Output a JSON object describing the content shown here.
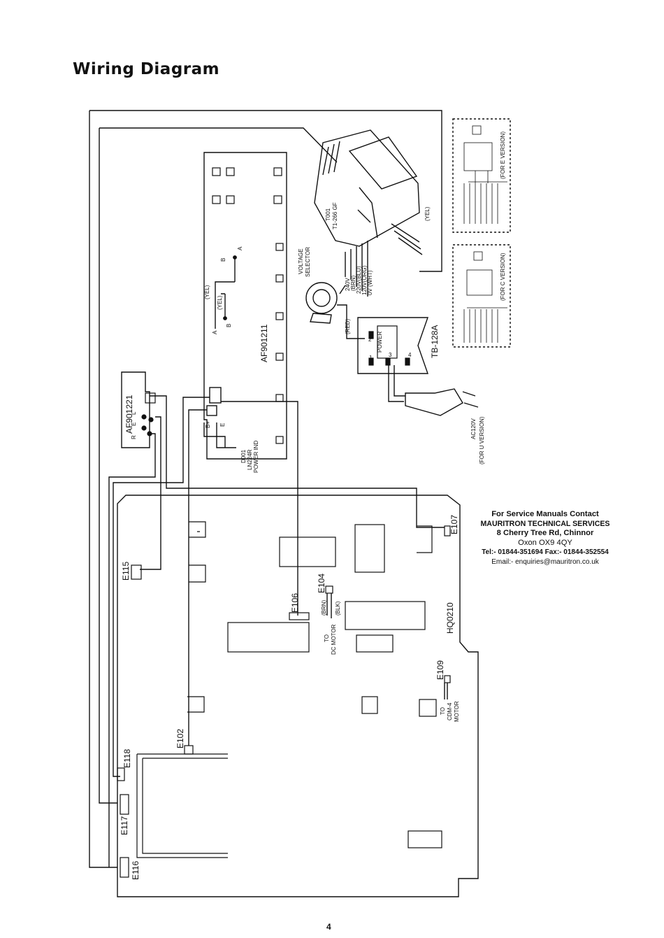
{
  "title": "Wiring Diagram",
  "page_number": "4",
  "contact": {
    "line1": "For Service Manuals Contact",
    "line2": "MAURITRON TECHNICAL SERVICES",
    "line3": "8 Cherry Tree Rd, Chinnor",
    "line4": "Oxon OX9 4QY",
    "line5": "Tel:- 01844-351694 Fax:- 01844-352554",
    "line6": "Email:- enquiries@mauritron.co.uk"
  },
  "labels": {
    "af901211": "AF901211",
    "af901221": "AF901221",
    "hq0210": "HQ0210",
    "tb128a": "TB-128A",
    "t001": "T001",
    "t1266gf": "T1-266 GF",
    "voltage_selector_1": "VOLTAGE",
    "voltage_selector_2": "SELECTOR",
    "power": "POWER",
    "ac120v": "AC120V",
    "for_u_version": "(FOR U VERSION)",
    "for_e_version": "(FOR E VERSION)",
    "for_c_version": "(FOR C VERSION)",
    "yel": "(YEL)",
    "yel2": "(YEL)",
    "yel3": "(YEL)",
    "red": "(RED)",
    "v240": "240V",
    "brn": "(BRN)",
    "v220": "220V(BLU)",
    "v120": "120V(ORG)",
    "v0": "0V (WHT)",
    "d001": "D001",
    "ln224r": "LN224R",
    "power_ind": "POWER IND",
    "e102": "E102",
    "e104": "E104",
    "e106": "E106",
    "e107": "E107",
    "e109": "E109",
    "e115": "E115",
    "e116": "E116",
    "e117": "E117",
    "e118": "E118",
    "to_dc_motor_1": "TO",
    "to_dc_motor_2": "DC MOTOR",
    "brn2": "(BRN)",
    "blk": "(BLK)",
    "to_cdm_1": "TO",
    "to_cdm_2": "CDM-4",
    "to_cdm_3": "MOTOR",
    "pin_a": "A",
    "pin_b": "B",
    "pin_a2": "A",
    "pin_b2": "B",
    "pin_l": "L",
    "pin_e": "E",
    "pin_r": "R",
    "pin_bplus": "B+",
    "pin_e2": "E",
    "t1": "1",
    "t2": "2",
    "t3": "3",
    "t4": "4"
  }
}
